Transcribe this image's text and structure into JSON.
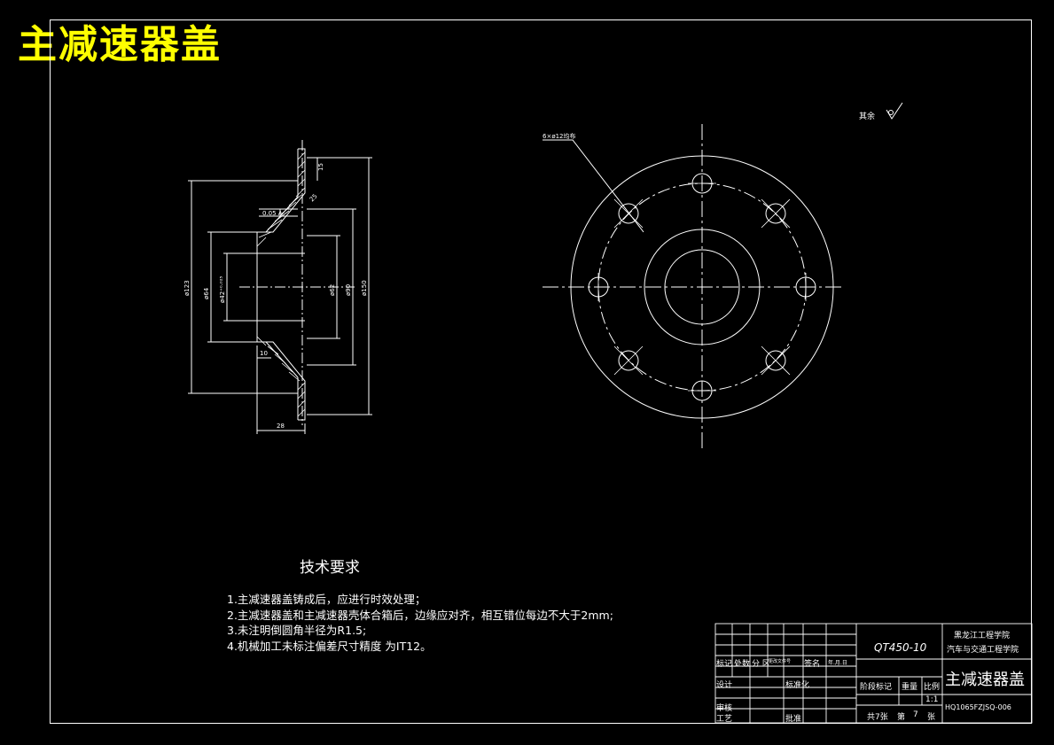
{
  "header": {
    "title": "主减速器盖"
  },
  "annotations": {
    "roughness_rest": "其余",
    "hole_callout": "6×ø12均布",
    "dim_15": "15",
    "dim_25": "25",
    "dim_bore_tol": "ø42⁺⁰·⁰²⁵",
    "dim_64": "ø64",
    "dim_123": "ø123",
    "dim_62": "ø62",
    "dim_90": "ø90",
    "dim_150": "ø150",
    "dim_10": "10",
    "dim_28": "28",
    "flatness": "0.05 A"
  },
  "tech": {
    "title": "技术要求",
    "notes": [
      "1.主减速器盖铸成后，应进行时效处理；",
      "2.主减速器盖和主减速器壳体合箱后，边缘应对齐，相互错位每边不大于2mm;",
      "3.未注明倒圆角半径为R1.5;",
      "4.机械加工未标注偏差尺寸精度 为IT12。"
    ]
  },
  "title_block": {
    "material": "QT450-10",
    "school_1": "黑龙江工程学院",
    "school_2": "汽车与交通工程学院",
    "part_name": "主减速器盖",
    "drawing_no": "HQ1065FZJSQ-006",
    "header_labels": [
      "标记",
      "处数",
      "分 区",
      "更改文件号",
      "签名",
      "年.月.日"
    ],
    "design": "设计",
    "standard": "标准化",
    "review": "审核",
    "process": "工艺",
    "approve": "批准",
    "stage_mark": "阶段标记",
    "weight": "重量",
    "scale": "比例",
    "scale_value": "1:1",
    "sheets": "共7张",
    "sheet_no_prefix": "第",
    "sheet_no": "7",
    "sheet_suffix": "张"
  }
}
